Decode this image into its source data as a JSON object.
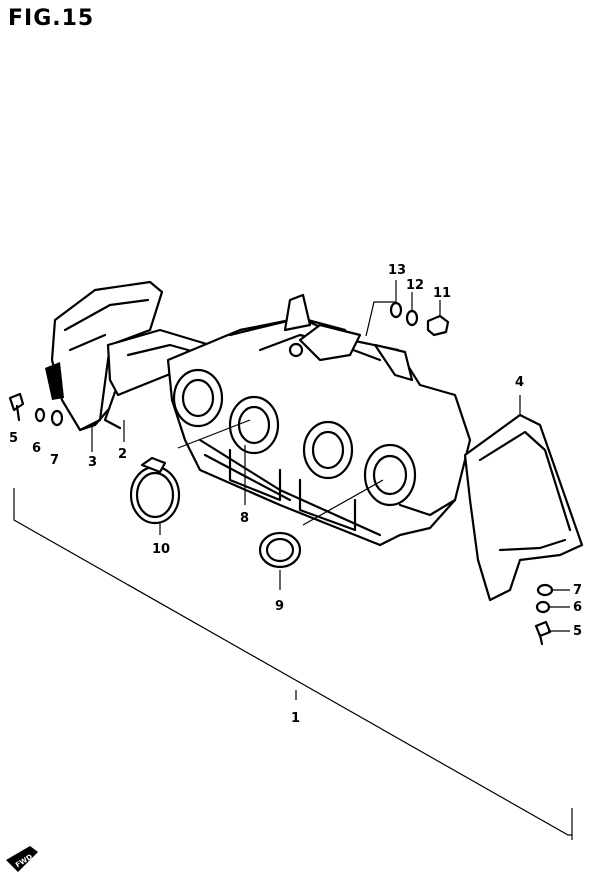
{
  "figure": {
    "title": "FIG.15"
  },
  "callouts": [
    {
      "id": "1",
      "text": "1"
    },
    {
      "id": "2",
      "text": "2"
    },
    {
      "id": "3",
      "text": "3"
    },
    {
      "id": "4",
      "text": "4"
    },
    {
      "id": "5a",
      "text": "5"
    },
    {
      "id": "6a",
      "text": "6"
    },
    {
      "id": "7a",
      "text": "7"
    },
    {
      "id": "8",
      "text": "8"
    },
    {
      "id": "9",
      "text": "9"
    },
    {
      "id": "10",
      "text": "10"
    },
    {
      "id": "11",
      "text": "11"
    },
    {
      "id": "12",
      "text": "12"
    },
    {
      "id": "13",
      "text": "13"
    },
    {
      "id": "7b",
      "text": "7"
    },
    {
      "id": "6b",
      "text": "6"
    },
    {
      "id": "5b",
      "text": "5"
    }
  ],
  "direction_badge": {
    "text": "FWD",
    "icon": "forward-arrow-icon"
  }
}
